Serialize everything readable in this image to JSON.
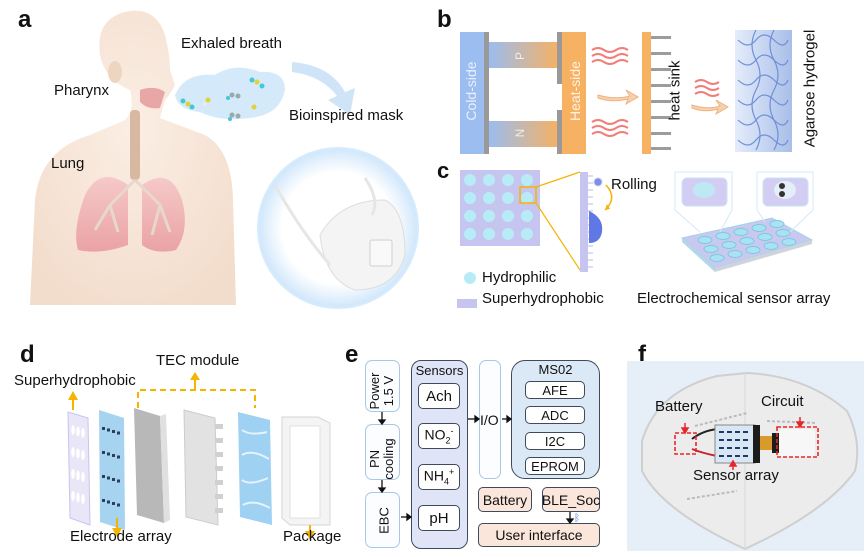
{
  "figure": {
    "panels": {
      "a": {
        "label": "a",
        "exhaled_breath": "Exhaled breath",
        "pharynx": "Pharynx",
        "lung": "Lung",
        "bioinspired_mask": "Bioinspired mask"
      },
      "b": {
        "label": "b",
        "cold_side": "Cold-side",
        "heat_side": "Heat-side",
        "p_leg": "P",
        "n_leg": "N",
        "heat_sink": "heat sink",
        "agarose_hydrogel": "Agarose hydrogel"
      },
      "c": {
        "label": "c",
        "rolling": "Rolling",
        "legend_hydrophilic": "Hydrophilic",
        "legend_superhydrophobic": "Superhydrophobic",
        "sensor_array_caption": "Electrochemical sensor array"
      },
      "d": {
        "label": "d",
        "tec_module": "TEC module",
        "superhydrophobic": "Superhydrophobic",
        "electrode_array": "Electrode array",
        "package": "Package"
      },
      "e": {
        "label": "e",
        "power": "Power",
        "power_voltage": "1.5 V",
        "pn": "PN",
        "cooling": "cooling",
        "ebc": "EBC",
        "sensors_title": "Sensors",
        "sensors": [
          "Ach",
          "NO2-",
          "NH4+",
          "pH"
        ],
        "io": "I/O",
        "ms02_title": "MS02",
        "ms02_blocks": [
          "AFE",
          "ADC",
          "I2C",
          "EPROM"
        ],
        "battery": "Battery",
        "ble": "BLE_Soc",
        "user_interface": "User interface"
      },
      "f": {
        "label": "f",
        "battery": "Battery",
        "circuit": "Circuit",
        "sensor_array": "Sensor array"
      }
    },
    "colors": {
      "cold_side": "#9bbdf0",
      "heat_side": "#f6b162",
      "accent_orange": "#f5b400",
      "hydrophilic": "#b7ecf7",
      "superhydrophobic": "#c5c5ef",
      "annotation_red": "#e8262a",
      "diagram_border": "#3f4a5c",
      "pink_block": "#fae6da",
      "ms02_fill": "#dbe9f7",
      "sensors_fill": "#dfe4f6"
    }
  }
}
